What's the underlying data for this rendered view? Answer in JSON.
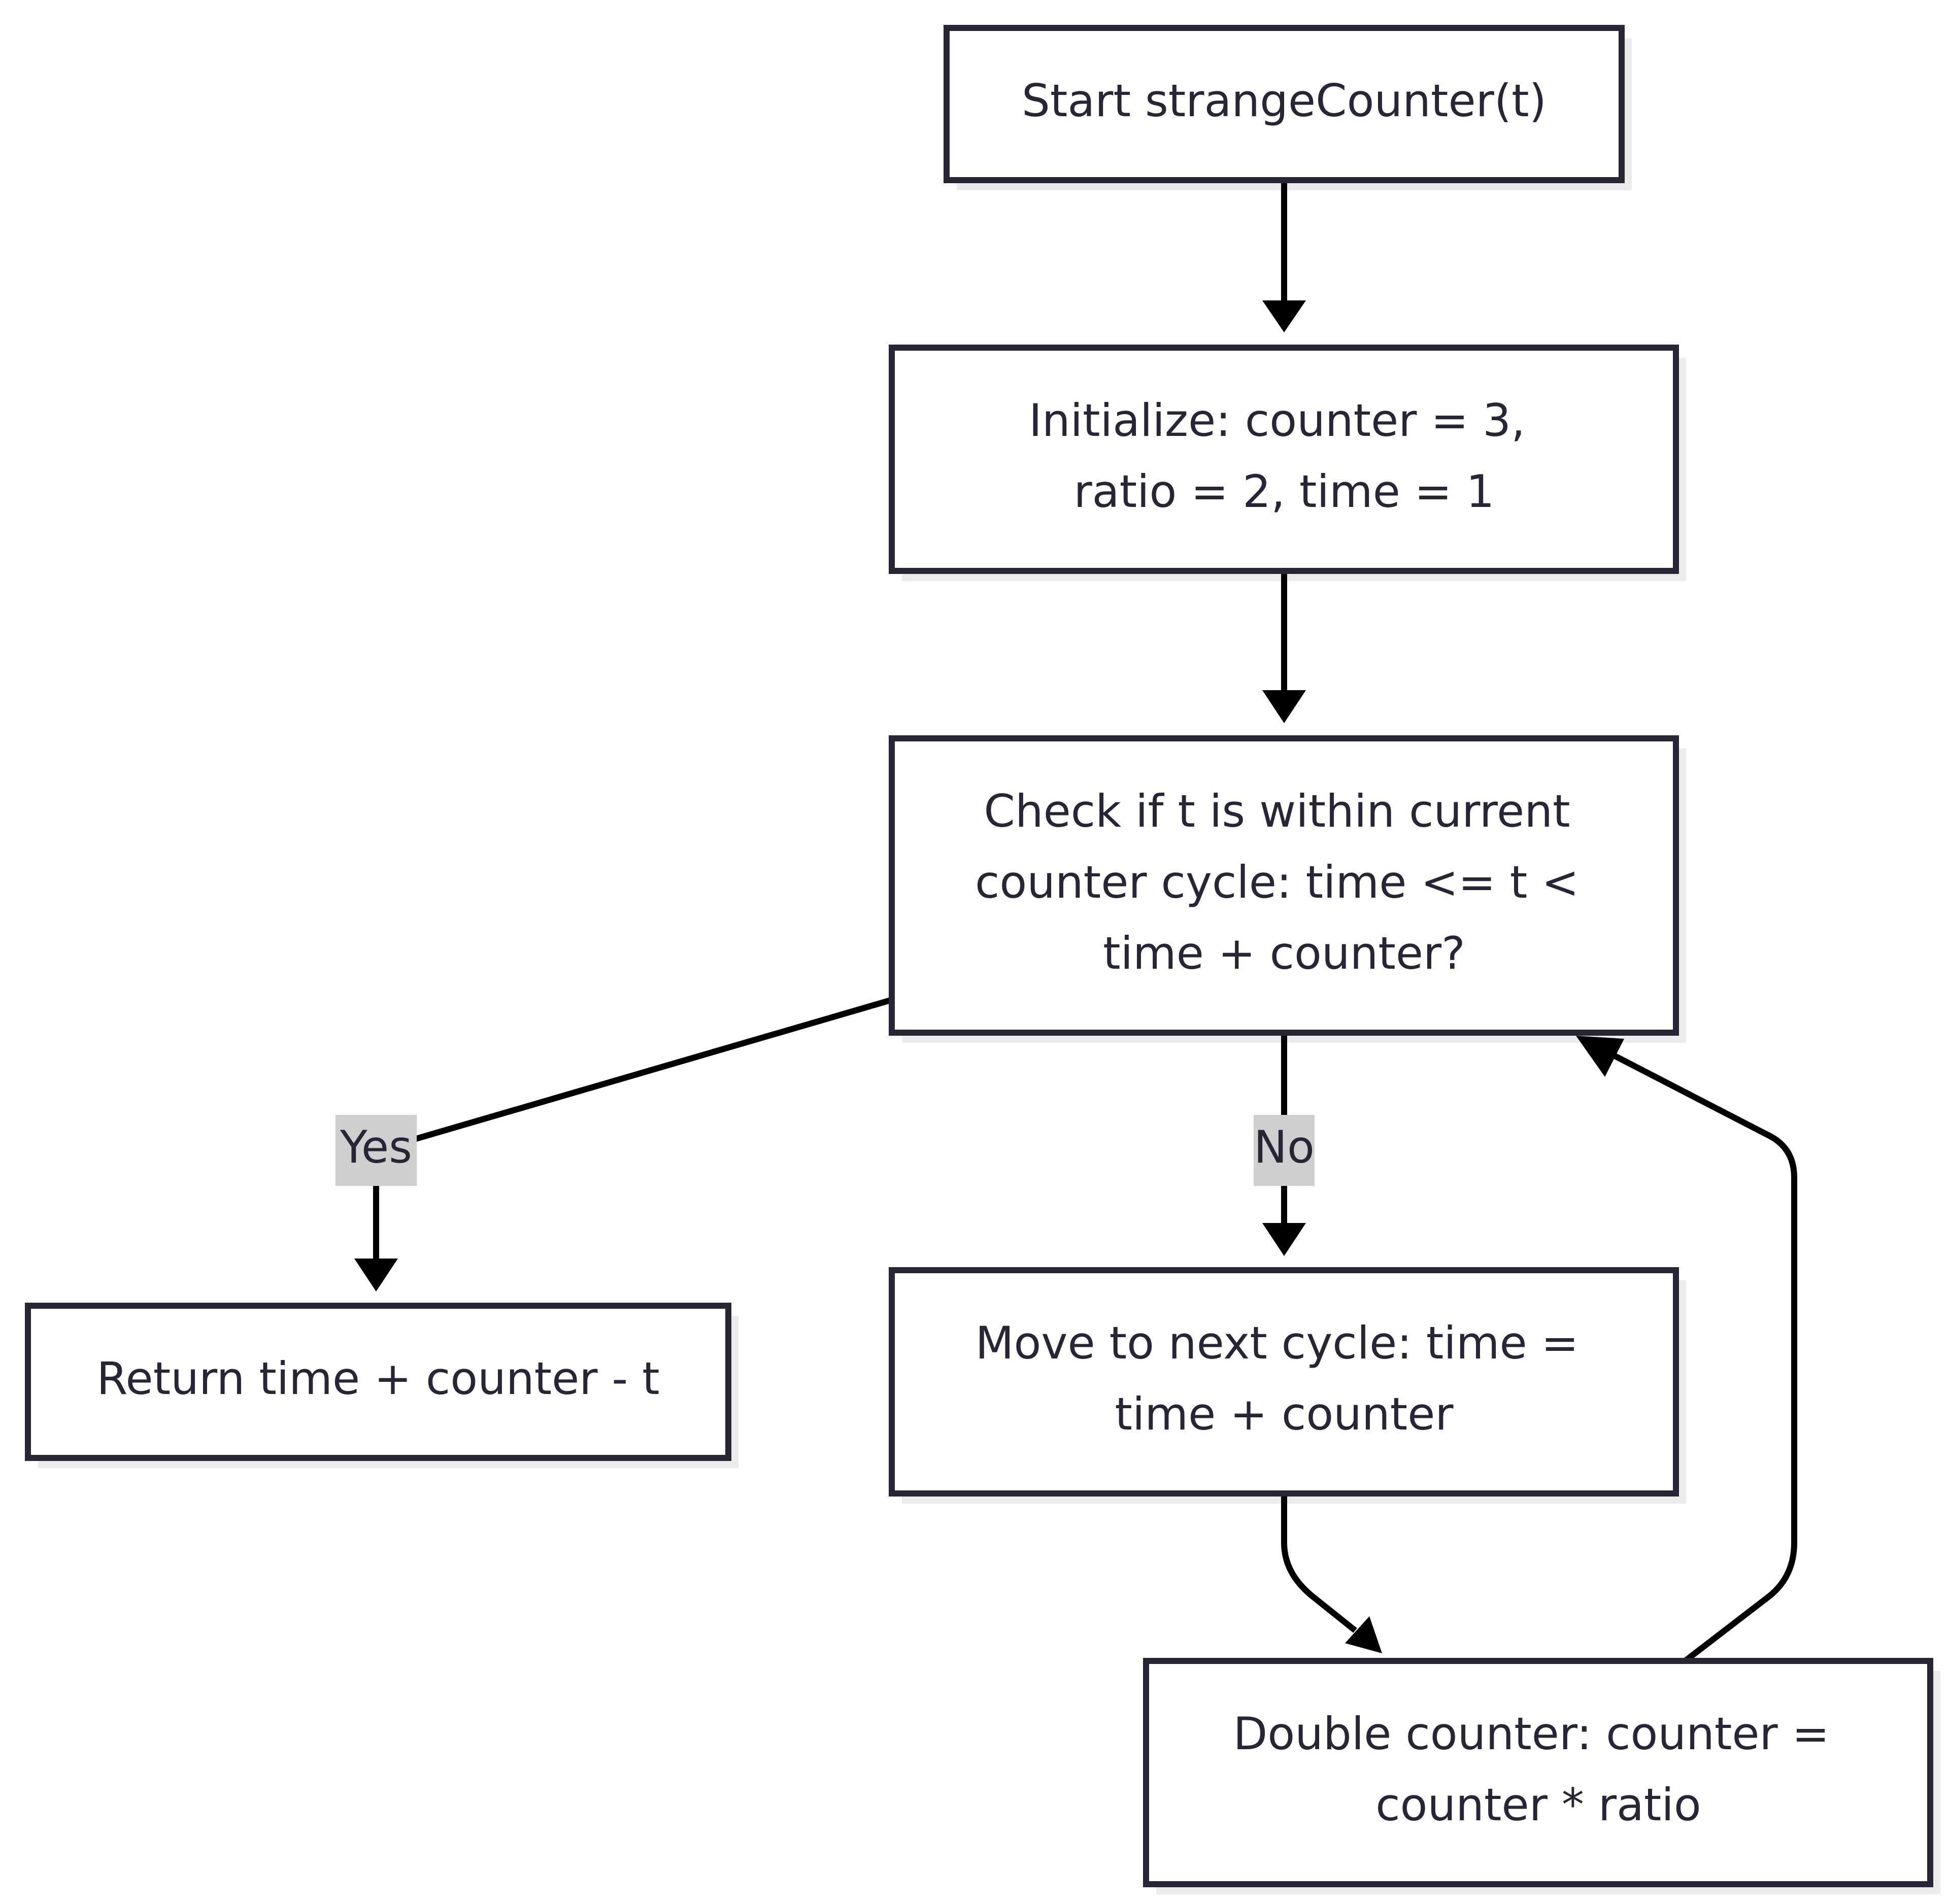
{
  "diagram": {
    "type": "flowchart",
    "colors": {
      "node_border": "#262637",
      "node_fill": "#ffffff",
      "node_shadow": "#ececec",
      "edge": "#000000",
      "label_bg": "#cfcfcf",
      "text": "#262637"
    },
    "nodes": {
      "start": {
        "lines": [
          "Start strangeCounter(t)"
        ]
      },
      "init": {
        "lines": [
          "Initialize: counter = 3,",
          "ratio = 2, time = 1"
        ]
      },
      "check": {
        "lines": [
          "Check if t is within current",
          "counter cycle: time <= t <",
          "time + counter?"
        ]
      },
      "ret": {
        "lines": [
          "Return time + counter - t"
        ]
      },
      "move": {
        "lines": [
          "Move to next cycle: time =",
          "time + counter"
        ]
      },
      "double": {
        "lines": [
          "Double counter: counter =",
          "counter * ratio"
        ]
      }
    },
    "edges": {
      "yes_label": "Yes",
      "no_label": "No"
    }
  }
}
